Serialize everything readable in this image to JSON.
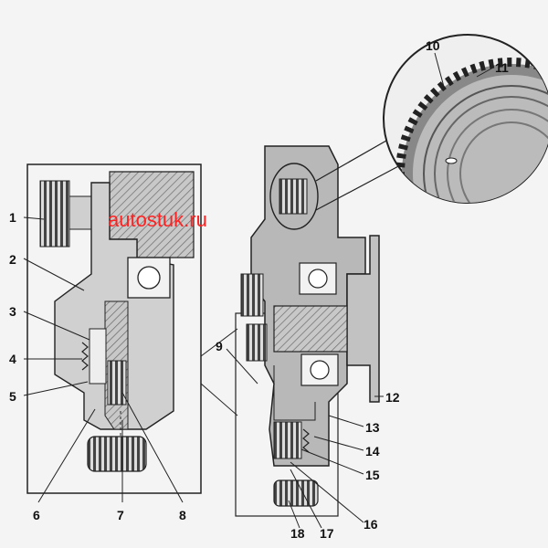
{
  "watermark": "autostuk.ru",
  "callouts": [
    "1",
    "2",
    "3",
    "4",
    "5",
    "6",
    "7",
    "8",
    "9",
    "10",
    "11",
    "12",
    "13",
    "14",
    "15",
    "16",
    "17",
    "18"
  ],
  "colors": {
    "line": "#222222",
    "hatch": "#555555",
    "body_fill": "#bdbdbd",
    "watermark": "#ff2222"
  }
}
